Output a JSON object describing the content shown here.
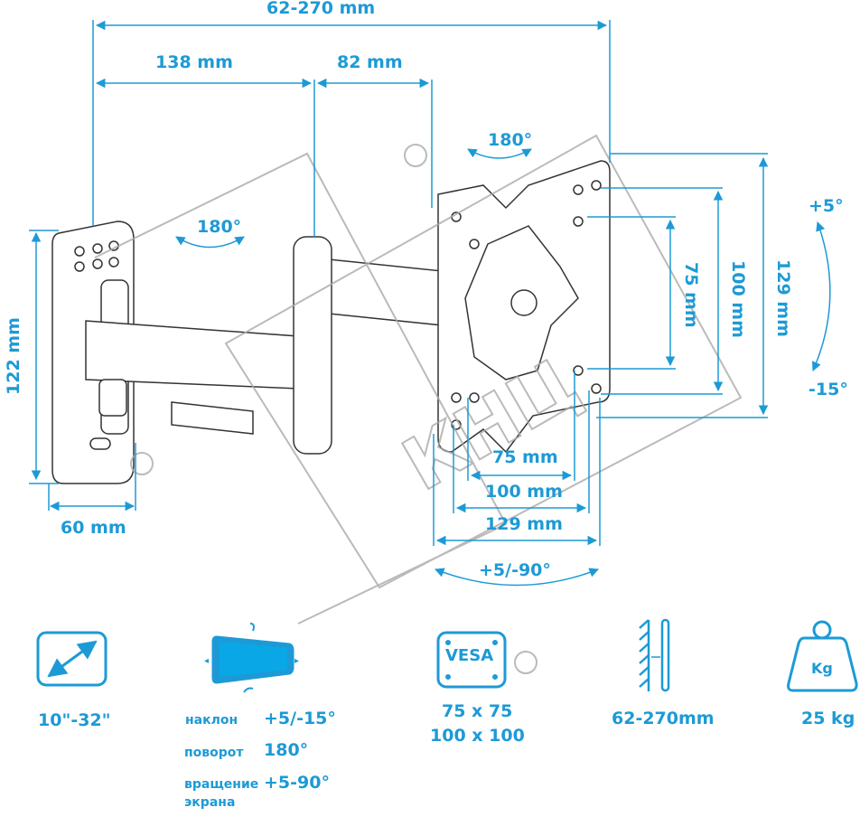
{
  "dimensions": {
    "total_depth": "62-270 mm",
    "arm1": "138 mm",
    "arm2": "82 mm",
    "swivel_top": "180°",
    "swivel_mid": "180°",
    "wall_plate_height": "122 mm",
    "wall_plate_width": "60 mm",
    "vesa_v75": "75 mm",
    "vesa_v100": "100 mm",
    "plate_v129": "129 mm",
    "vesa_h75": "75 mm",
    "vesa_h100": "100 mm",
    "plate_h129": "129 mm",
    "tilt_up": "+5°",
    "tilt_down": "-15°",
    "rotation": "+5/-90°"
  },
  "watermark": "КНЦ",
  "specs": {
    "screen_size": "10\"-32\"",
    "tilt_label": "наклон",
    "tilt_value": "+5/-15°",
    "swivel_label": "поворот",
    "swivel_value": "180°",
    "rotate_label_1": "вращение",
    "rotate_label_2": "экрана",
    "rotate_value": "+5-90°",
    "vesa_icon_text": "VESA",
    "vesa_1": "75 x 75",
    "vesa_2": "100 x 100",
    "distance": "62-270mm",
    "weight_icon_text": "Kg",
    "weight": "25 kg"
  },
  "colors": {
    "accent": "#1d9ad6",
    "line": "#333333",
    "watermark": "#9a9a9a"
  }
}
